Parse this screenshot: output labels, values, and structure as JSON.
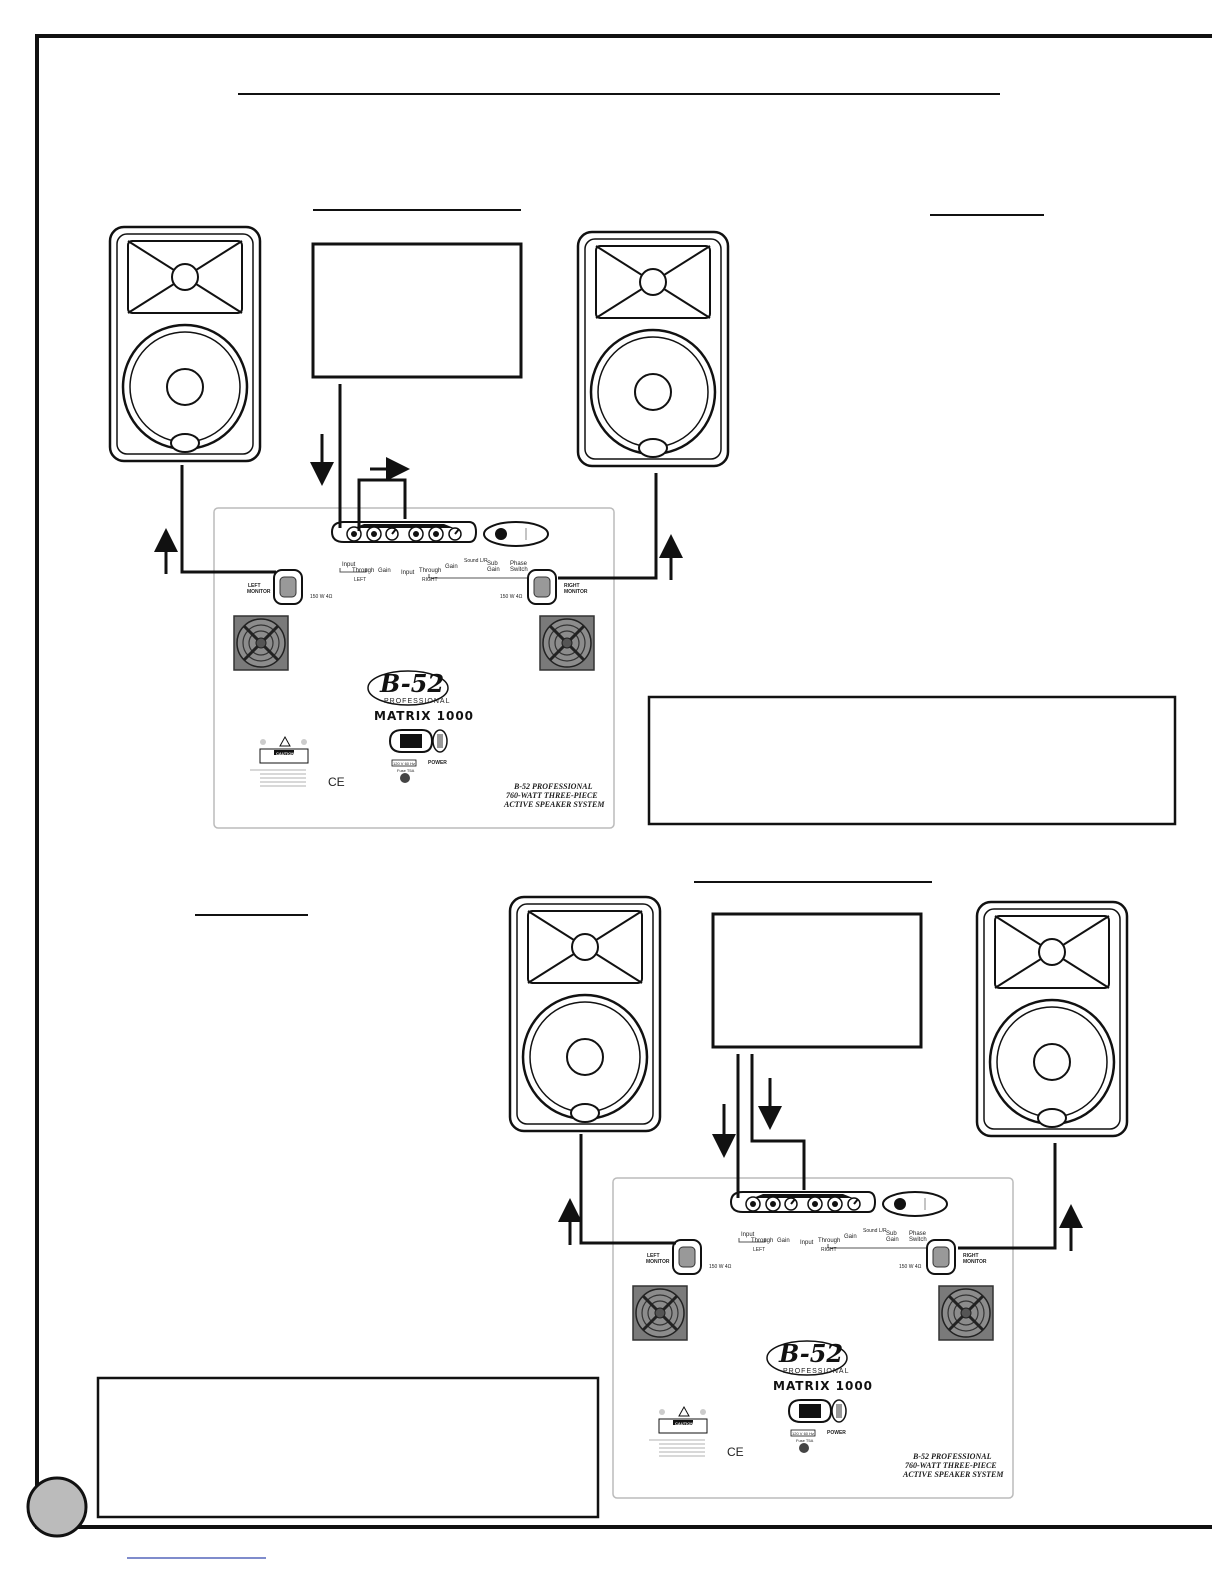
{
  "panel": {
    "connector_labels": [
      "Input",
      "Through",
      "Gain",
      "Input",
      "Through",
      "Gain"
    ],
    "sub_labels": [
      "Sub",
      "Gain"
    ],
    "phase_labels": [
      "Phase",
      "Switch"
    ],
    "sound_label": "Sound L/R",
    "channel_left": "LEFT",
    "channel_right": "RIGHT",
    "left_monitor": [
      "LEFT",
      "MONITOR"
    ],
    "right_monitor": [
      "RIGHT",
      "MONITOR"
    ],
    "left_watts": "150 W 4Ω",
    "right_watts": "150 W 4Ω",
    "brand": "B-52",
    "brand_sub": "PROFESSIONAL",
    "model": "MATRIX 1000",
    "voltage": "120 V 60 Hz",
    "fuse": "Fuse T5A",
    "power": "POWER",
    "caution": "CAUTION",
    "ce": "CE",
    "desc": [
      "B-52 PROFESSIONAL",
      "760-WATT THREE-PIECE",
      "ACTIVE SPEAKER SYSTEM"
    ]
  },
  "colors": {
    "line": "#111111",
    "grill": "#7a7a7a",
    "panel_border": "#bbbbbb"
  }
}
